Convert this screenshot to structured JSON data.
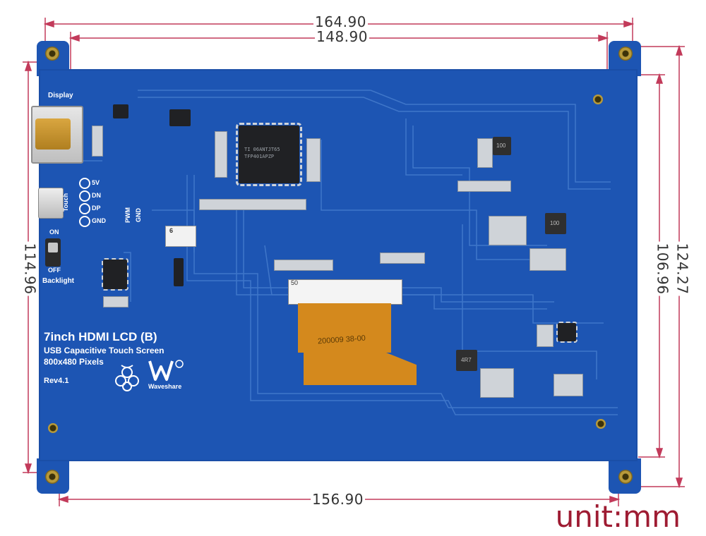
{
  "dimensions": {
    "width_total": "164.90",
    "width_holes": "148.90",
    "width_bottom": "156.90",
    "height_left": "114.96",
    "height_inner": "106.96",
    "height_total": "124.27"
  },
  "unit_label": "unit:mm",
  "board": {
    "title": "7inch HDMI LCD (B)",
    "subtitle1": "USB Capacitive Touch Screen",
    "subtitle2": "800x480 Pixels",
    "rev": "Rev4.1",
    "brand": "Waveshare",
    "display_label": "Display",
    "touch_label": "Touch",
    "on_label": "ON",
    "off_label": "OFF",
    "backlight_label": "Backlight",
    "pins": [
      "5V",
      "DN",
      "DP",
      "GND"
    ],
    "pwm_label": "PWM",
    "gnd_label": "GND",
    "connector_number": "50",
    "fpc_code": "200009 38-00",
    "small_conn_number": "6",
    "chip_text1": "TI 06ANTJT65",
    "chip_text2": "TFP401APZP",
    "inductor1": "100",
    "inductor2": "100",
    "inductor3": "4R7"
  },
  "colors": {
    "board": "#1d55b3",
    "dim_line": "#c23a5a",
    "fpc": "#d4891d",
    "unit_text": "#9e1b32"
  }
}
